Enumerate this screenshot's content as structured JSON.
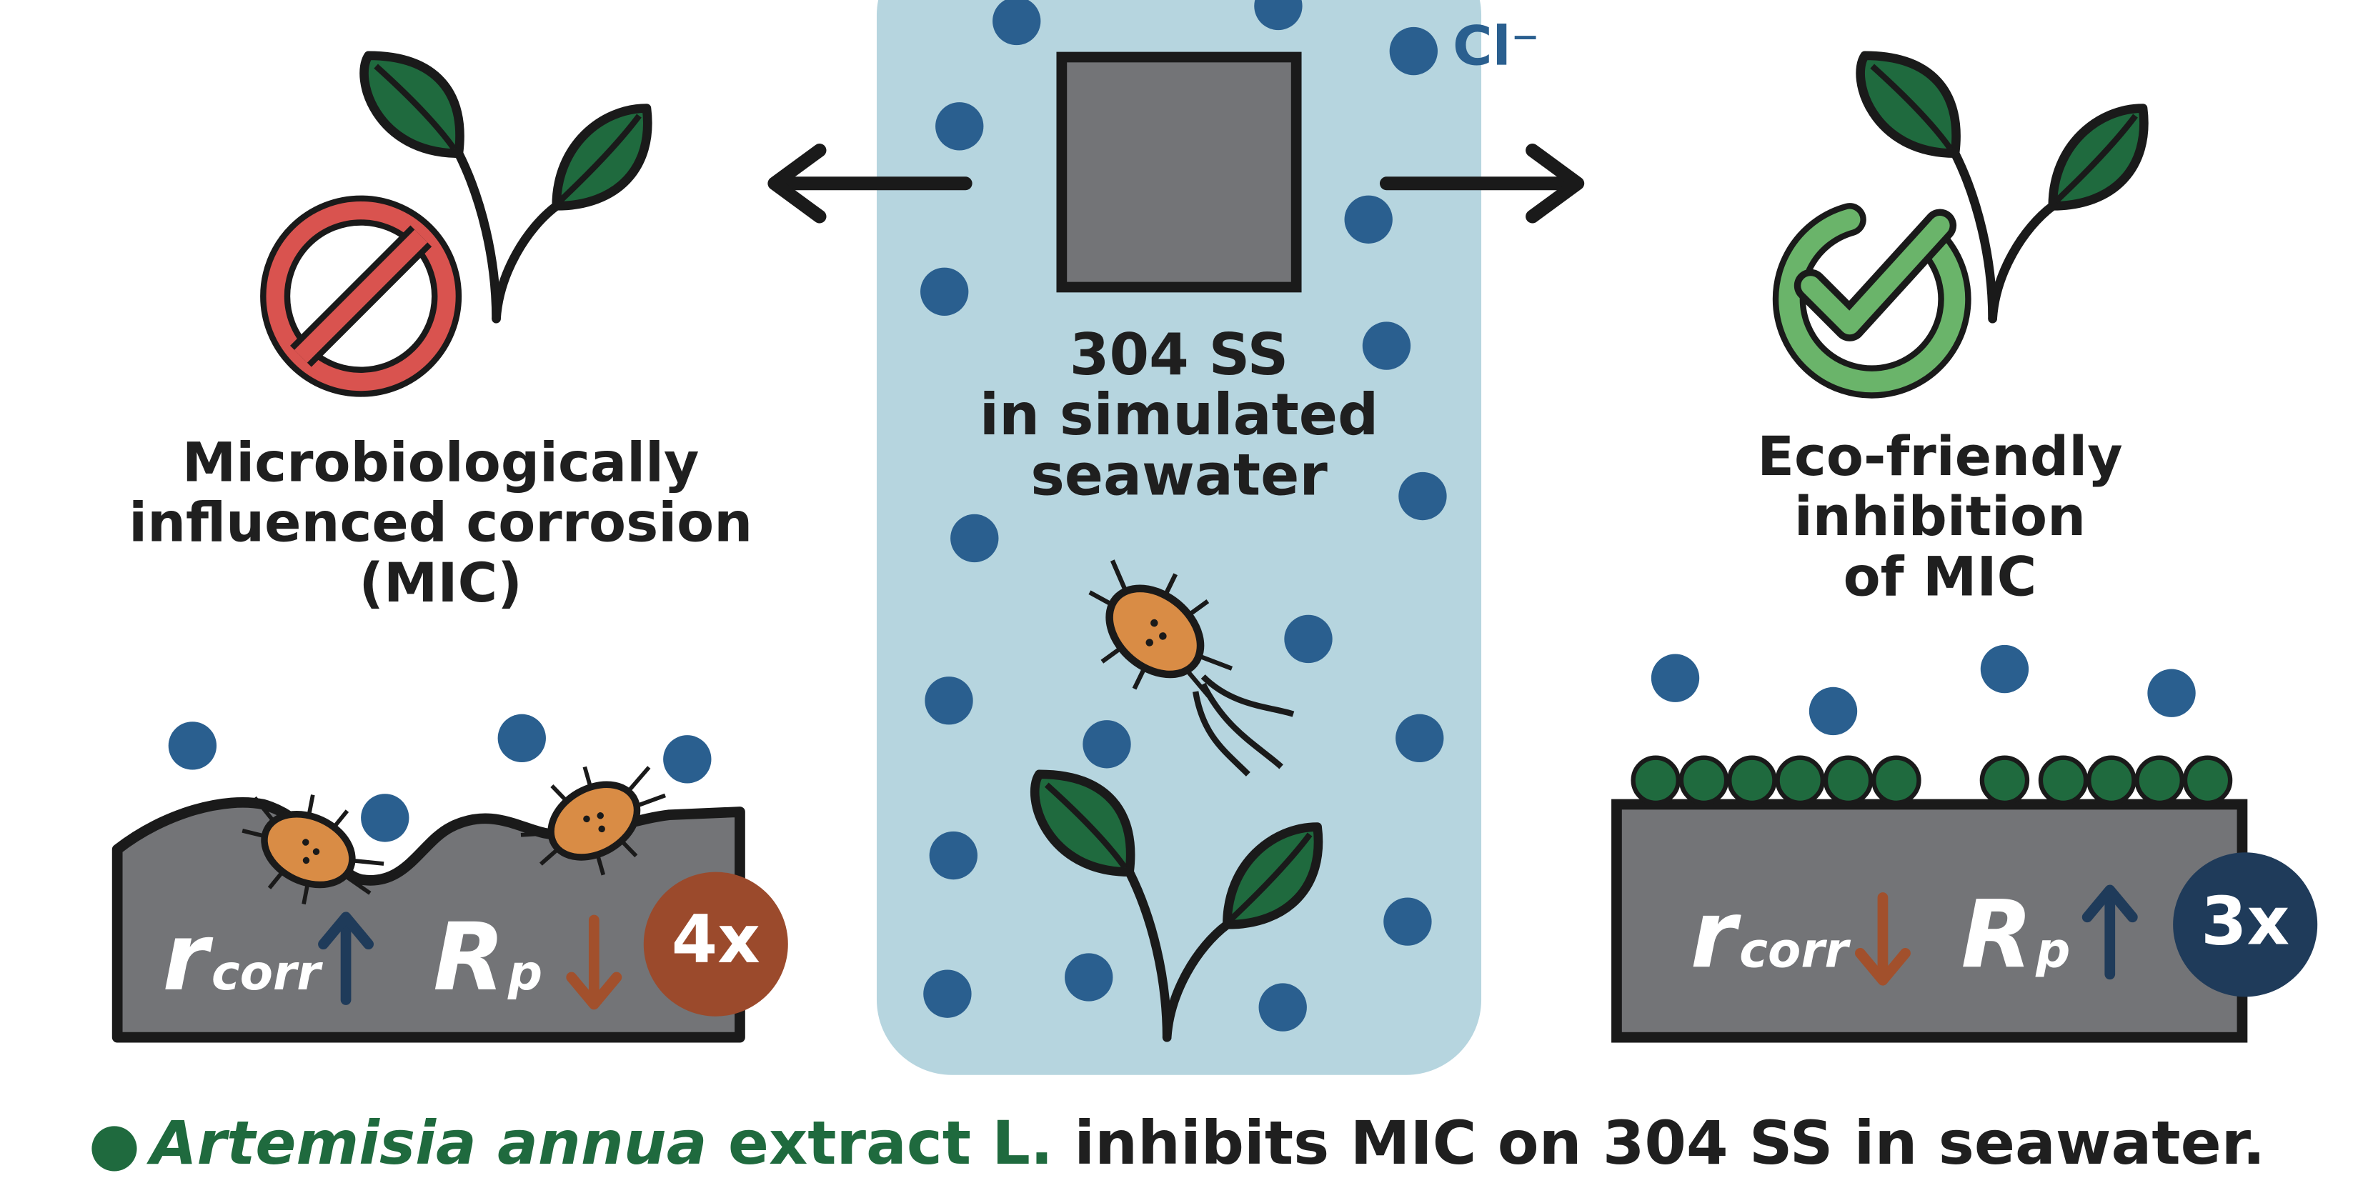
{
  "center": {
    "title_lines": [
      "304 SS",
      "in simulated",
      "seawater"
    ],
    "ion_label": "Cl⁻"
  },
  "left": {
    "title_lines": [
      "Microbiologically",
      "influenced corrosion",
      "(MIC)"
    ],
    "rcorr_main": "r",
    "rcorr_sub": "corr",
    "rp_main": "R",
    "rp_sub": "p",
    "factor": "4x"
  },
  "right": {
    "title_lines": [
      "Eco-friendly",
      "inhibition",
      "of MIC"
    ],
    "rcorr_main": "r",
    "rcorr_sub": "corr",
    "rp_main": "R",
    "rp_sub": "p",
    "factor": "3x"
  },
  "caption": {
    "italic_part": "Artemisia annua",
    "green_part": " extract L.",
    "dark_part": " inhibits MIC on 304 SS in seawater."
  },
  "colors": {
    "seawater": "#b6d5df",
    "ion_blue": "#2a5f8f",
    "leaf_green": "#1f6a3e",
    "steel_gray": "#737477",
    "bacteria_orange": "#d98c45",
    "prohibit_red": "#d9534f",
    "check_green": "#6ab46a",
    "arrow_up_navy": "#1f3b5a",
    "arrow_down_brown": "#a2502c",
    "badge_brown": "#9b4a2c",
    "badge_navy": "#1f3b5a"
  },
  "icons": [
    "prohibit-icon",
    "checkmark-icon",
    "plant-icon",
    "bacterium-icon",
    "arrow-left-icon",
    "arrow-right-icon"
  ]
}
